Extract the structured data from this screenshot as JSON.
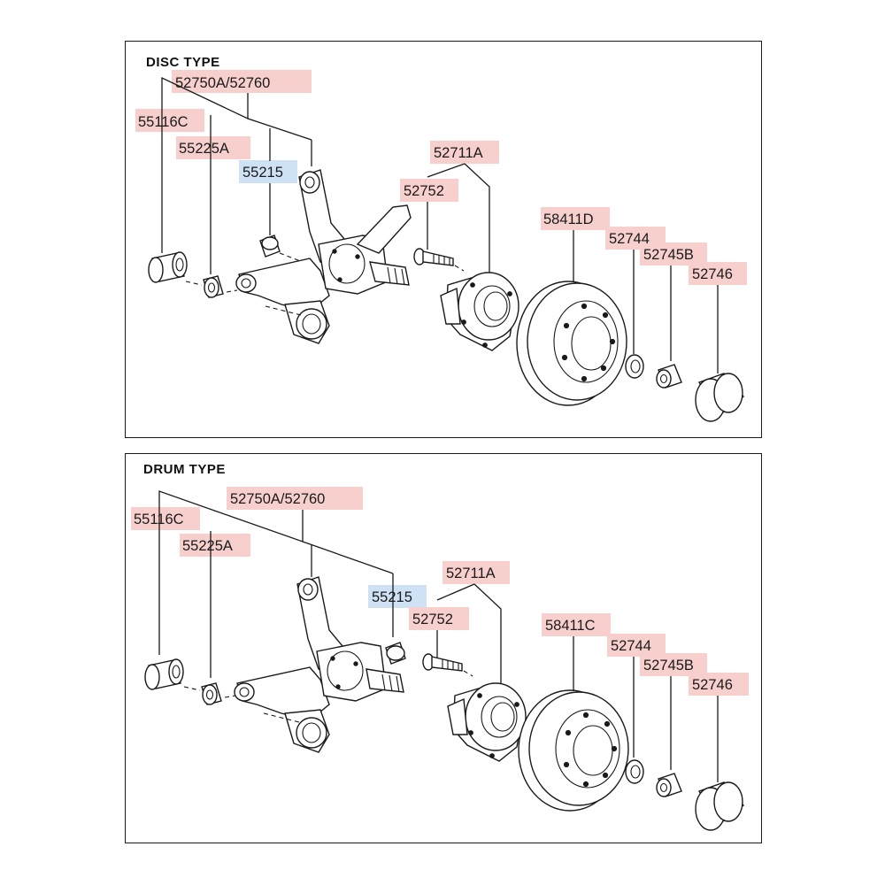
{
  "colors": {
    "label_highlight": "#f7d0ce",
    "label_highlight_alt": "#cfe1f5",
    "line": "#1a1a1a"
  },
  "disc": {
    "title": "DISC TYPE",
    "labels": {
      "assembly": "52750A/52760",
      "bushing": "55116C",
      "bushing_small": "55225A",
      "bush": "55215",
      "hub": "52711A",
      "bolt": "52752",
      "disc": "58411D",
      "washer": "52744",
      "nut": "52745B",
      "cap": "52746"
    }
  },
  "drum": {
    "title": "DRUM TYPE",
    "labels": {
      "assembly": "52750A/52760",
      "bushing": "55116C",
      "bushing_small": "55225A",
      "bush": "55215",
      "hub": "52711A",
      "bolt": "52752",
      "drum": "58411C",
      "washer": "52744",
      "nut": "52745B",
      "cap": "52746"
    }
  }
}
